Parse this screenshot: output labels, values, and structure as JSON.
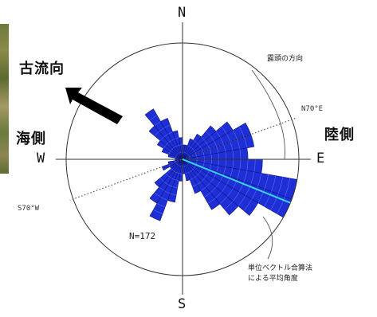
{
  "labels": {
    "paleocurrent": "古流向",
    "sea_side": "海側",
    "land_side": "陸側",
    "north": "N",
    "south": "S",
    "east": "E",
    "west": "W",
    "ne_direction": "N70°E",
    "sw_direction": "S70°W",
    "sample_count": "N=172",
    "outcrop_direction": "露頭の方向",
    "mean_angle_line1": "単位ベクトル合算法",
    "mean_angle_line2": "による平均角度"
  },
  "rose": {
    "sector_step_deg": 10,
    "outcrop_axis_deg": 70,
    "mean_direction_deg": 112,
    "petals": [
      {
        "azimuth": 0,
        "value": 2
      },
      {
        "azimuth": 10,
        "value": 2
      },
      {
        "azimuth": 20,
        "value": 3
      },
      {
        "azimuth": 30,
        "value": 4
      },
      {
        "azimuth": 40,
        "value": 6
      },
      {
        "azimuth": 50,
        "value": 8
      },
      {
        "azimuth": 60,
        "value": 10
      },
      {
        "azimuth": 70,
        "value": 10
      },
      {
        "azimuth": 80,
        "value": 9
      },
      {
        "azimuth": 90,
        "value": 11
      },
      {
        "azimuth": 100,
        "value": 16
      },
      {
        "azimuth": 110,
        "value": 16
      },
      {
        "azimuth": 120,
        "value": 12
      },
      {
        "azimuth": 130,
        "value": 10
      },
      {
        "azimuth": 140,
        "value": 8
      },
      {
        "azimuth": 150,
        "value": 5
      },
      {
        "azimuth": 160,
        "value": 3
      },
      {
        "azimuth": 170,
        "value": 2
      },
      {
        "azimuth": 180,
        "value": 3
      },
      {
        "azimuth": 190,
        "value": 6
      },
      {
        "azimuth": 200,
        "value": 9
      },
      {
        "azimuth": 210,
        "value": 7
      },
      {
        "azimuth": 220,
        "value": 5
      },
      {
        "azimuth": 230,
        "value": 2
      },
      {
        "azimuth": 240,
        "value": 3
      },
      {
        "azimuth": 250,
        "value": 2
      },
      {
        "azimuth": 260,
        "value": 1
      },
      {
        "azimuth": 270,
        "value": 1
      },
      {
        "azimuth": 280,
        "value": 2
      },
      {
        "azimuth": 290,
        "value": 3
      },
      {
        "azimuth": 300,
        "value": 4
      },
      {
        "azimuth": 310,
        "value": 6
      },
      {
        "azimuth": 320,
        "value": 8
      },
      {
        "azimuth": 330,
        "value": 6
      },
      {
        "azimuth": 340,
        "value": 4
      },
      {
        "azimuth": 350,
        "value": 3
      }
    ]
  },
  "colors": {
    "petal": "#1f2fd6",
    "petal_stroke": "#0a1480",
    "mean_line": "#33d6e8",
    "frame": "#333333",
    "text": "#111111"
  }
}
